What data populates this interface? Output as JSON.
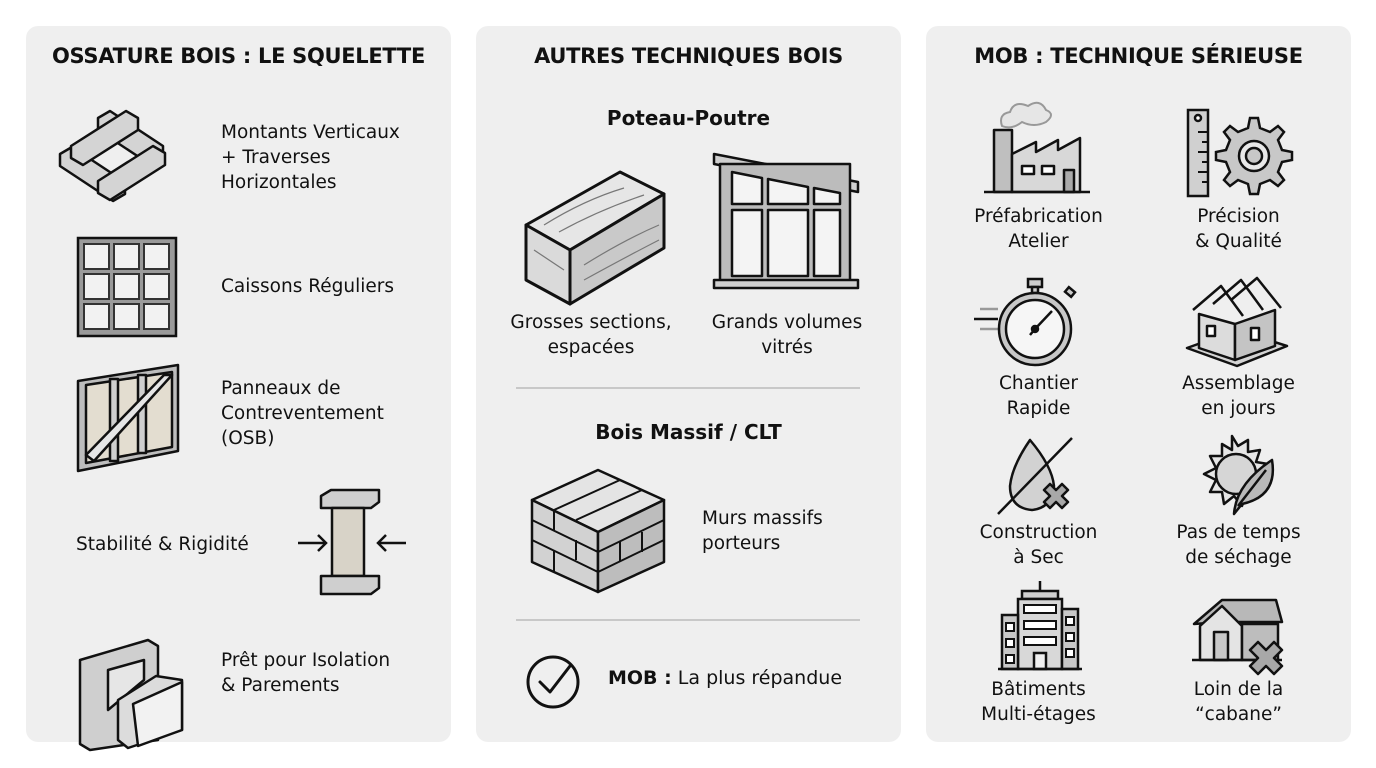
{
  "panels": [
    {
      "title": "OSSATURE BOIS : LE SQUELETTE",
      "items": [
        {
          "icon": "timber-frame-grid-icon",
          "label_lines": [
            "Montants Verticaux",
            "+ Traverses",
            "Horizontales"
          ]
        },
        {
          "icon": "regular-boxes-grid-icon",
          "label_lines": [
            "Caissons Réguliers"
          ]
        },
        {
          "icon": "braced-wall-panel-icon",
          "label_lines": [
            "Panneaux de",
            "Contreventement",
            "(OSB)"
          ]
        },
        {
          "icon": "column-under-compression-icon",
          "label_lines": [
            "Stabilité & Rigidité"
          ]
        },
        {
          "icon": "insulated-wall-layers-icon",
          "label_lines": [
            "Prêt pour Isolation",
            "& Parements"
          ]
        }
      ]
    },
    {
      "title": "AUTRES TECHNIQUES BOIS",
      "sections": [
        {
          "subtitle": "Poteau-Poutre",
          "items": [
            {
              "icon": "heavy-timber-beam-icon",
              "label_lines": [
                "Grosses sections,",
                "espacées"
              ]
            },
            {
              "icon": "large-glazed-window-icon",
              "label_lines": [
                "Grands volumes",
                "vitrés"
              ]
            }
          ]
        },
        {
          "subtitle": "Bois Massif / CLT",
          "items": [
            {
              "icon": "clt-block-icon",
              "label_lines": [
                "Murs massifs",
                "porteurs"
              ]
            }
          ]
        }
      ],
      "footer": {
        "icon": "check-circle-icon",
        "bold": "MOB :",
        "text": " La plus répandue"
      }
    },
    {
      "title": "MOB : TECHNIQUE SÉRIEUSE",
      "items": [
        {
          "icon": "factory-icon",
          "label_lines": [
            "Préfabrication",
            "Atelier"
          ]
        },
        {
          "icon": "ruler-gear-icon",
          "label_lines": [
            "Précision",
            "& Qualité"
          ]
        },
        {
          "icon": "stopwatch-icon",
          "label_lines": [
            "Chantier",
            "Rapide"
          ]
        },
        {
          "icon": "house-frame-assembly-icon",
          "label_lines": [
            "Assemblage",
            "en jours"
          ]
        },
        {
          "icon": "no-water-drop-icon",
          "label_lines": [
            "Construction",
            "à Sec"
          ]
        },
        {
          "icon": "sun-leaf-icon",
          "label_lines": [
            "Pas de temps",
            "de séchage"
          ]
        },
        {
          "icon": "multi-storey-building-icon",
          "label_lines": [
            "Bâtiments",
            "Multi-étages"
          ]
        },
        {
          "icon": "no-cabin-icon",
          "label_lines": [
            "Loin de la",
            "“cabane”"
          ]
        }
      ]
    }
  ],
  "colors": {
    "page_bg": "#ffffff",
    "panel_bg": "#efefef",
    "separator": "#c8c8c8",
    "ink": "#111111"
  }
}
